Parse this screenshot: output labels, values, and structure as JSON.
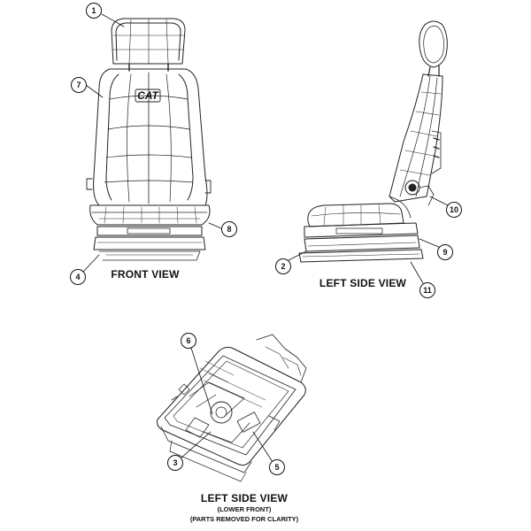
{
  "labels": {
    "front_view": "FRONT VIEW",
    "left_side_view": "LEFT SIDE VIEW",
    "lower_view_title": "LEFT SIDE VIEW",
    "lower_view_sub1": "(LOWER FRONT)",
    "lower_view_sub2": "(PARTS REMOVED FOR CLARITY)"
  },
  "logo": "CAT",
  "callouts": [
    "1",
    "2",
    "3",
    "4",
    "5",
    "6",
    "7",
    "8",
    "9",
    "10",
    "11"
  ],
  "colors": {
    "line": "#111111",
    "background": "#ffffff"
  }
}
